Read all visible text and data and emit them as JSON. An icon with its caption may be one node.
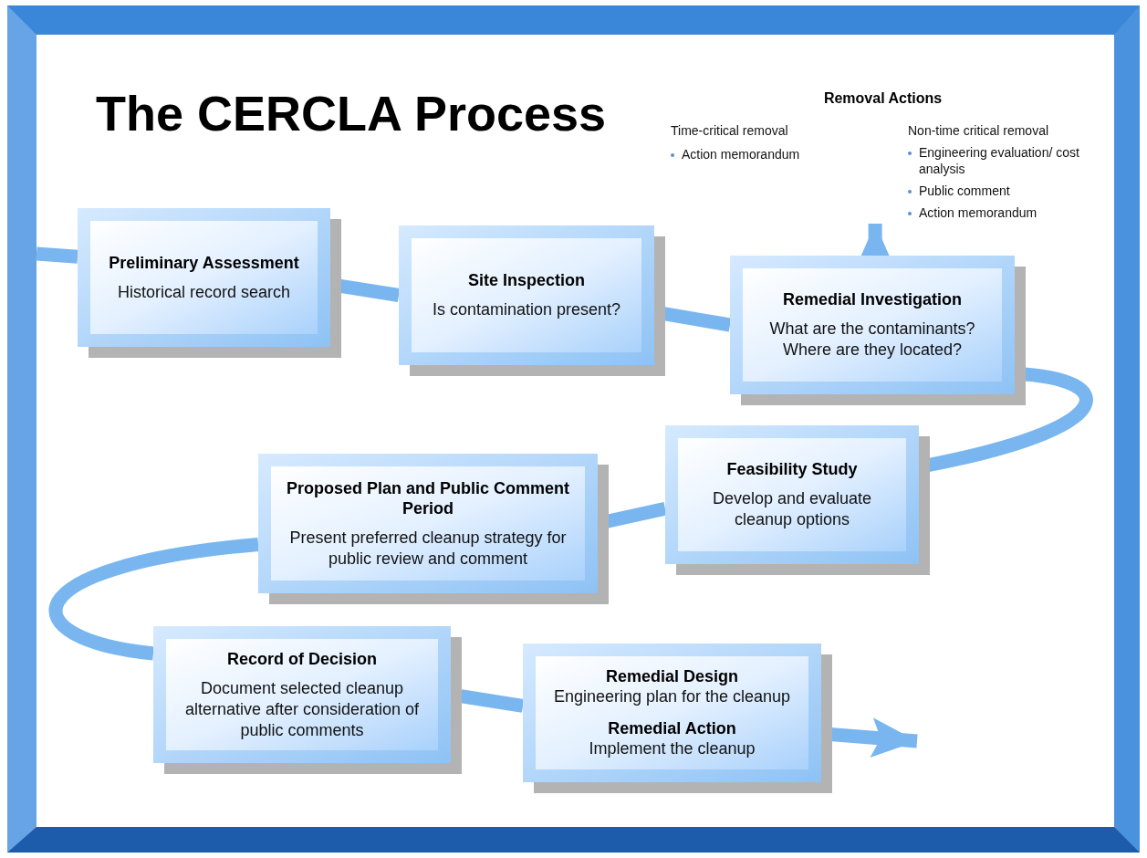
{
  "diagram": {
    "title": "The CERCLA Process",
    "nodes": [
      {
        "text": [
          "Preliminary Assessment",
          "Historical record search"
        ]
      },
      {
        "text": [
          "Site Inspection",
          "Is contamination present?"
        ]
      },
      {
        "text": [
          "Remedial Investigation",
          "What are the contaminants? Where are they located?"
        ]
      },
      {
        "text": [
          "Removal Actions",
          "Time-critical removal",
          "Action memorandum",
          "Non-time critical removal",
          "Engineering evaluation/ cost analysis",
          "Public comment",
          "Action memorandum"
        ]
      },
      {
        "text": [
          "Feasibility Study",
          "Develop and evaluate cleanup options"
        ]
      },
      {
        "text": [
          "Proposed Plan and Public Comment Period",
          "Present preferred cleanup strategy for public review and comment"
        ]
      },
      {
        "text": [
          "Record of Decision",
          "Document selected cleanup alternative after consideration of public comments"
        ]
      },
      {
        "text": [
          "Remedial Design",
          "Engineering plan for the cleanup",
          "Remedial Action",
          "Implement the cleanup"
        ]
      }
    ],
    "edges": [
      {
        "from": null,
        "to": 0,
        "arrow": "none"
      },
      {
        "from": 0,
        "to": 1,
        "arrow": "none"
      },
      {
        "from": 1,
        "to": 2,
        "arrow": "none"
      },
      {
        "from": 2,
        "to": 3,
        "arrow": "to"
      },
      {
        "from": 2,
        "to": 4,
        "arrow": "none"
      },
      {
        "from": 4,
        "to": 5,
        "arrow": "none"
      },
      {
        "from": 5,
        "to": 6,
        "arrow": "none"
      },
      {
        "from": 6,
        "to": 7,
        "arrow": "none"
      },
      {
        "from": 7,
        "to": null,
        "arrow": "to"
      }
    ]
  }
}
